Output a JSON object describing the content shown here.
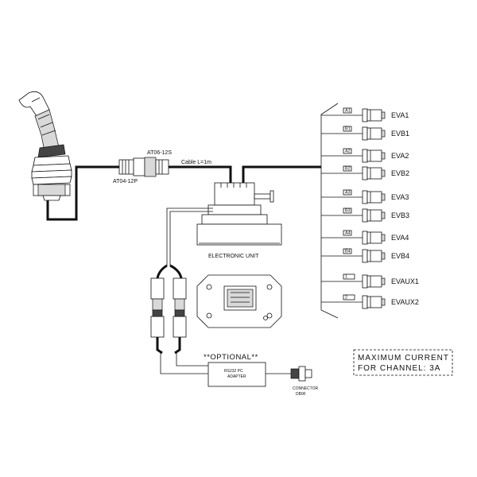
{
  "labels": {
    "connector_12s": "AT06-12S",
    "connector_12p": "AT04-12P",
    "cable": "Cable L=1m",
    "electronic_unit": "ELECTRONIC UNIT",
    "optional": "**OPTIONAL**",
    "adapter_line1": "RS232 PC",
    "adapter_line2": "ADAPTER",
    "connector_line1": "CONNECTOR",
    "connector_line2": "DB9F",
    "note_line1": "MAXIMUM CURRENT",
    "note_line2": "FOR CHANNEL: 3A"
  },
  "outputs": [
    {
      "wire": "A1",
      "label": "EVA1"
    },
    {
      "wire": "B1",
      "label": "EVB1"
    },
    {
      "wire": "A2",
      "label": "EVA2"
    },
    {
      "wire": "B2",
      "label": "EVB2"
    },
    {
      "wire": "A3",
      "label": "EVA3"
    },
    {
      "wire": "B3",
      "label": "EVB3"
    },
    {
      "wire": "A4",
      "label": "EVA4"
    },
    {
      "wire": "B4",
      "label": "EVB4"
    },
    {
      "wire": "1",
      "label": "EVAUX1"
    },
    {
      "wire": "2",
      "label": "EVAUX2"
    }
  ]
}
